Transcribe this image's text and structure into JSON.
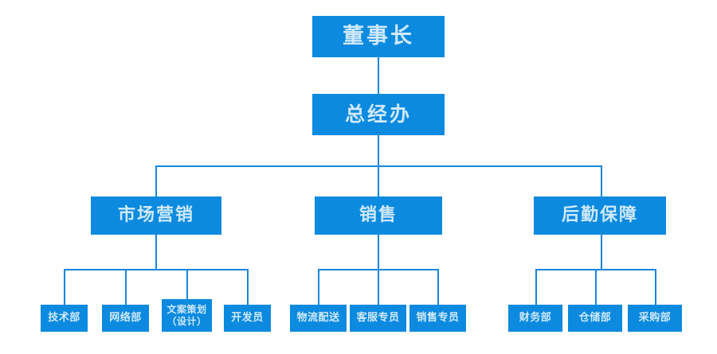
{
  "diagram": {
    "type": "org-chart",
    "title": "",
    "colors": {
      "node_fill": "#0b8ae0",
      "node_text": "#cfe9fb",
      "connector": "#1387dd",
      "background": "#ffffff"
    },
    "levels": [
      {
        "level": 1,
        "nodes": [
          {
            "id": "chairman",
            "label": "董事长"
          }
        ]
      },
      {
        "level": 2,
        "nodes": [
          {
            "id": "gm-office",
            "label": "总经办"
          }
        ]
      },
      {
        "level": 3,
        "nodes": [
          {
            "id": "marketing",
            "label": "市场营销"
          },
          {
            "id": "sales",
            "label": "销售"
          },
          {
            "id": "logistics-support",
            "label": "后勤保障"
          }
        ]
      },
      {
        "level": 4,
        "groups": [
          {
            "parent": "marketing",
            "nodes": [
              {
                "id": "tech-dept",
                "label": "技术部"
              },
              {
                "id": "network-dept",
                "label": "网络部"
              },
              {
                "id": "copywriting-dept",
                "label": "文案策划\n（设计）"
              },
              {
                "id": "developer",
                "label": "开发员"
              }
            ]
          },
          {
            "parent": "sales",
            "nodes": [
              {
                "id": "logistics-delivery",
                "label": "物流配送"
              },
              {
                "id": "customer-service",
                "label": "客服专员"
              },
              {
                "id": "sales-specialist",
                "label": "销售专员"
              }
            ]
          },
          {
            "parent": "logistics-support",
            "nodes": [
              {
                "id": "finance-dept",
                "label": "财务部"
              },
              {
                "id": "warehouse-dept",
                "label": "仓储部"
              },
              {
                "id": "purchasing-dept",
                "label": "采购部"
              }
            ]
          }
        ]
      }
    ]
  }
}
